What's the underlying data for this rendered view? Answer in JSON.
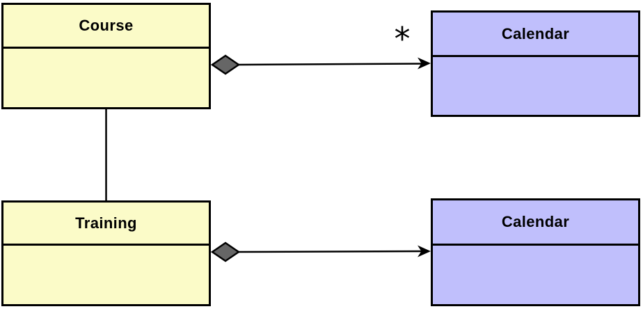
{
  "diagram": {
    "type": "uml-class-diagram",
    "classes": [
      {
        "name": "Course",
        "fill": "#FBFBC8"
      },
      {
        "name": "Calendar",
        "fill": "#C0BFFC"
      },
      {
        "name": "Training",
        "fill": "#FBFBC8"
      },
      {
        "name": "Calendar",
        "fill": "#C0BFFC"
      }
    ],
    "associations": [
      {
        "from": "Course",
        "to": "Calendar",
        "type": "aggregation",
        "target_multiplicity": "*"
      },
      {
        "from": "Course",
        "to": "Training",
        "type": "association",
        "target_multiplicity": ""
      },
      {
        "from": "Training",
        "to": "Calendar",
        "type": "aggregation",
        "target_multiplicity": ""
      }
    ],
    "colors": {
      "class_yellow": "#FBFBC8",
      "class_purple": "#C0BFFC",
      "diamond_fill": "#666666",
      "line": "#000000",
      "background": "#FFFFFF"
    }
  }
}
